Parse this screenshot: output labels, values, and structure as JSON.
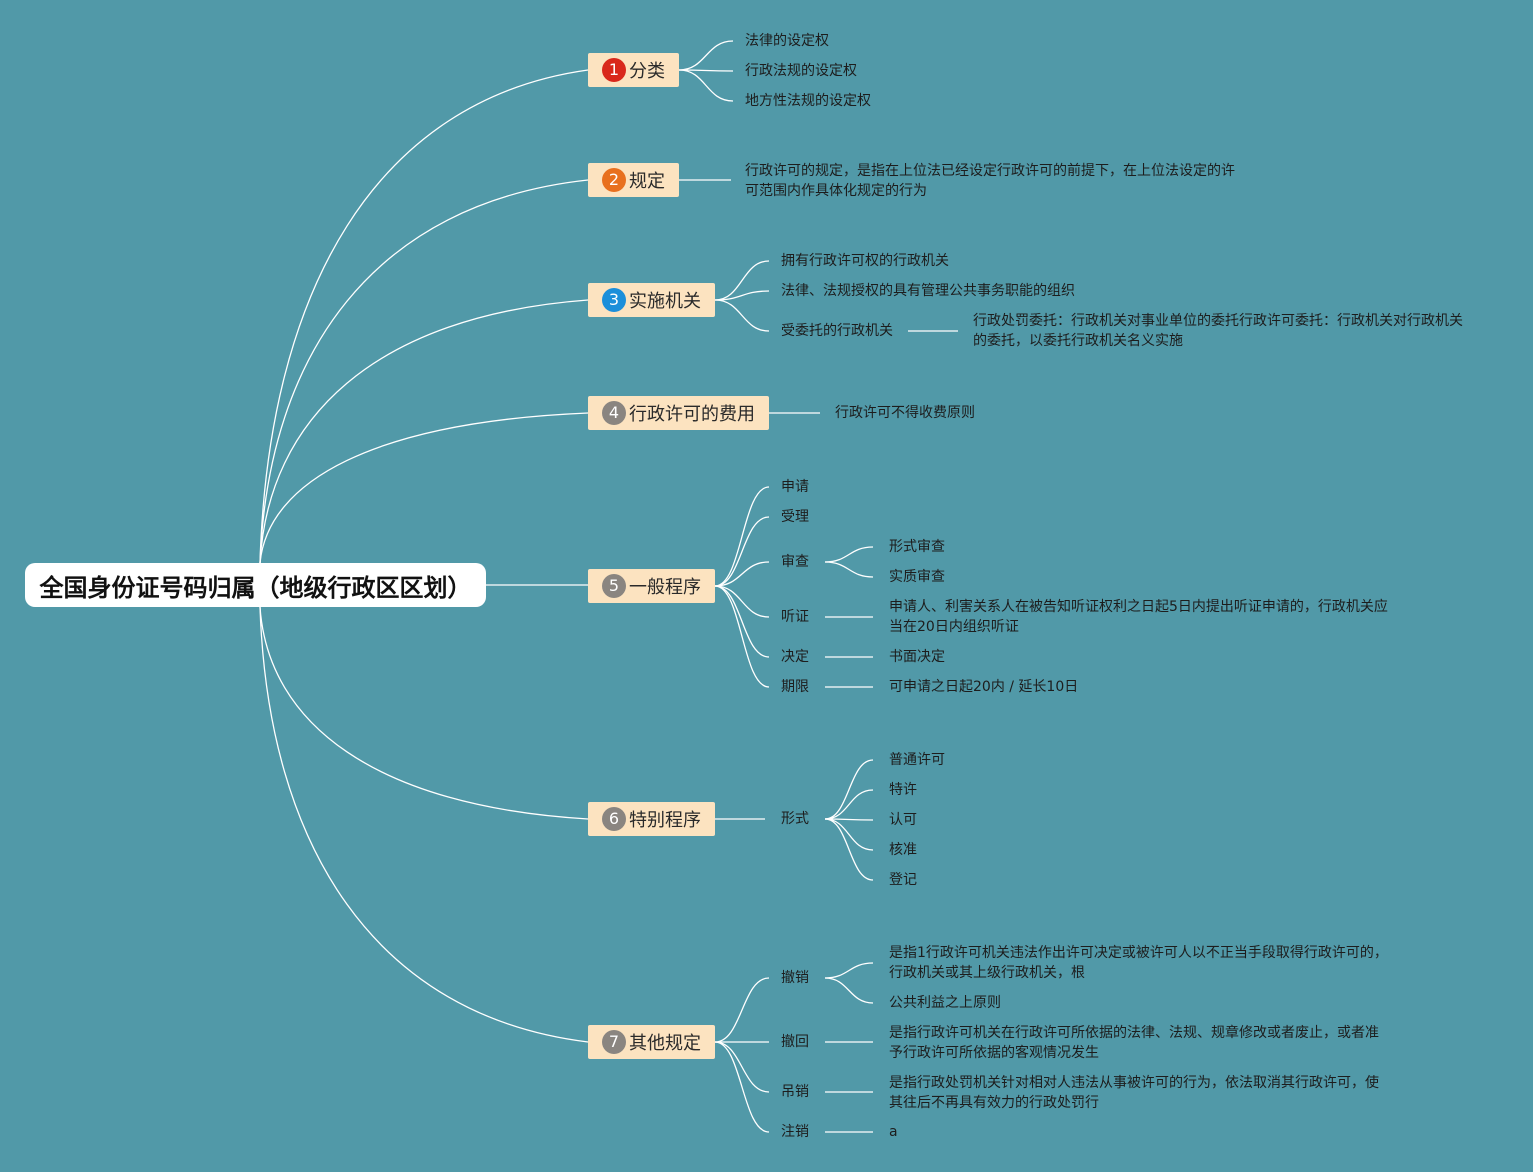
{
  "colors": {
    "background": "#5199a8",
    "root_fill": "#ffffff",
    "topic_fill": "#fce3c0",
    "connector": "#ffffff",
    "text": "#1d1d1d"
  },
  "root": {
    "label": "全国身份证号码归属（地级行政区区划）"
  },
  "branches": [
    {
      "number": "1",
      "badge_color": "#d9281b",
      "label": "分类",
      "children": [
        {
          "label": "法律的设定权"
        },
        {
          "label": "行政法规的设定权"
        },
        {
          "label": "地方性法规的设定权"
        }
      ]
    },
    {
      "number": "2",
      "badge_color": "#e8701e",
      "label": "规定",
      "children": [
        {
          "lines": [
            "行政许可的规定，是指在上位法已经设定行政许可的前提下，在上位法设定的许",
            "可范围内作具体化规定的行为"
          ]
        }
      ]
    },
    {
      "number": "3",
      "badge_color": "#1c8fda",
      "label": "实施机关",
      "children": [
        {
          "label": "拥有行政许可权的行政机关"
        },
        {
          "label": "法律、法规授权的具有管理公共事务职能的组织"
        },
        {
          "label": "受委托的行政机关",
          "children": [
            {
              "lines": [
                "行政处罚委托：行政机关对事业单位的委托行政许可委托：行政机关对行政机关",
                "的委托，以委托行政机关名义实施"
              ]
            }
          ]
        }
      ]
    },
    {
      "number": "4",
      "badge_color": "#8a8580",
      "label": "行政许可的费用",
      "children": [
        {
          "label": "行政许可不得收费原则"
        }
      ]
    },
    {
      "number": "5",
      "badge_color": "#8a8580",
      "label": "一般程序",
      "children": [
        {
          "label": "申请"
        },
        {
          "label": "受理"
        },
        {
          "label": "审查",
          "children": [
            {
              "label": "形式审查"
            },
            {
              "label": "实质审查"
            }
          ]
        },
        {
          "label": "听证",
          "children": [
            {
              "lines": [
                "申请人、利害关系人在被告知听证权利之日起5日内提出听证申请的，行政机关应",
                "当在20日内组织听证"
              ]
            }
          ]
        },
        {
          "label": "决定",
          "children": [
            {
              "label": "书面决定"
            }
          ]
        },
        {
          "label": "期限",
          "children": [
            {
              "label": "可申请之日起20内 / 延长10日"
            }
          ]
        }
      ]
    },
    {
      "number": "6",
      "badge_color": "#8a8580",
      "label": "特别程序",
      "children": [
        {
          "label": "形式",
          "children": [
            {
              "label": "普通许可"
            },
            {
              "label": "特许"
            },
            {
              "label": "认可"
            },
            {
              "label": "核准"
            },
            {
              "label": "登记"
            }
          ]
        }
      ]
    },
    {
      "number": "7",
      "badge_color": "#8a8580",
      "label": "其他规定",
      "children": [
        {
          "label": "撤销",
          "children": [
            {
              "lines": [
                "是指1行政许可机关违法作出许可决定或被许可人以不正当手段取得行政许可的，",
                "行政机关或其上级行政机关，根"
              ]
            },
            {
              "label": "公共利益之上原则"
            }
          ]
        },
        {
          "label": "撤回",
          "children": [
            {
              "lines": [
                "是指行政许可机关在行政许可所依据的法律、法规、规章修改或者废止，或者准",
                "予行政许可所依据的客观情况发生"
              ]
            }
          ]
        },
        {
          "label": "吊销",
          "children": [
            {
              "lines": [
                "是指行政处罚机关针对相对人违法从事被许可的行为，依法取消其行政许可，使",
                "其往后不再具有效力的行政处罚行"
              ]
            }
          ]
        },
        {
          "label": "注销",
          "children": [
            {
              "label": "a"
            }
          ]
        }
      ]
    }
  ]
}
